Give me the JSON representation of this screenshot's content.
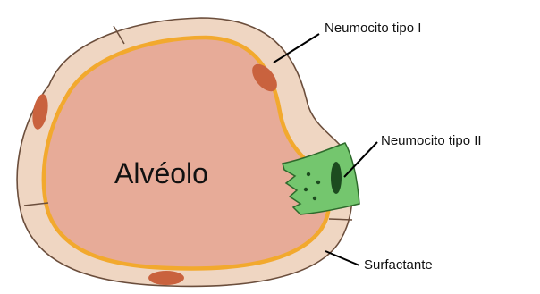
{
  "diagram": {
    "center_label": "Alvéolo",
    "labels": {
      "type1": "Neumocito tipo I",
      "type2": "Neumocito tipo II",
      "surfactant": "Surfactante"
    }
  },
  "colors": {
    "outer_wall": "#EFD6C2",
    "outline": "#6B4E3C",
    "lumen": "#E7AB98",
    "surfactant_line": "#F2A92E",
    "nucleus": "#C9623E",
    "type2_cell": "#74C66E",
    "type2_nucleus": "#1C4B1F"
  }
}
